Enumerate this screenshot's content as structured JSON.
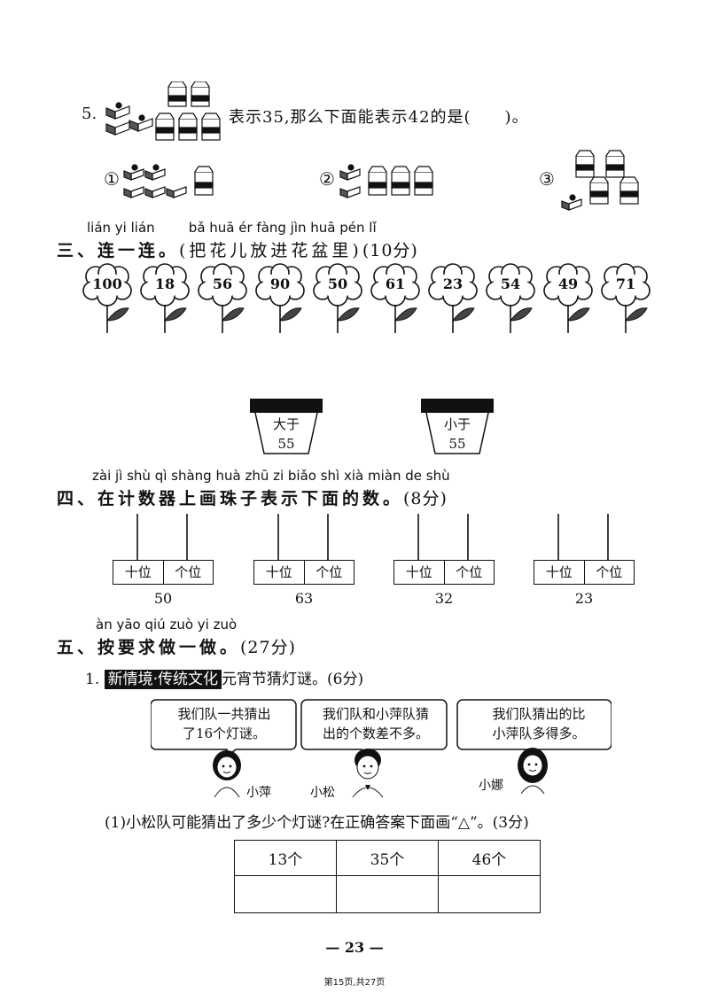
{
  "q5": {
    "number": "5.",
    "text": "表示35,那么下面能表示42的是(　　)。",
    "options": [
      "①",
      "②",
      "③"
    ]
  },
  "section3": {
    "pinyin": "lián yi lián        bǎ huā ér fàng jìn huā pén lǐ",
    "title": "三、连一连。",
    "sub": "(把花儿放进花盆里)",
    "score": "(10分)",
    "flowers": [
      "100",
      "18",
      "56",
      "90",
      "50",
      "61",
      "23",
      "54",
      "49",
      "71"
    ],
    "pots": [
      {
        "line1": "大于",
        "line2": "55"
      },
      {
        "line1": "小于",
        "line2": "55"
      }
    ]
  },
  "section4": {
    "pinyin": "zài jì shù qì shàng huà zhū zi biǎo shì xià miàn de shù",
    "title": "四、在计数器上画珠子表示下面的数。",
    "score": "(8分)",
    "abacus": [
      {
        "tens": "十位",
        "ones": "个位",
        "number": "50"
      },
      {
        "tens": "十位",
        "ones": "个位",
        "number": "63"
      },
      {
        "tens": "十位",
        "ones": "个位",
        "number": "32"
      },
      {
        "tens": "十位",
        "ones": "个位",
        "number": "23"
      }
    ]
  },
  "section5": {
    "pinyin": "àn yāo qiú zuò yi zuò",
    "title": "五、按要求做一做。",
    "score": "(27分)",
    "q1": {
      "number": "1.",
      "tag": "新情境·传统文化",
      "text": "元宵节猜灯谜。(6分)",
      "bubbles": [
        {
          "line1": "我们队一共猜出",
          "line2": "了16个灯谜。"
        },
        {
          "line1": "我们队和小萍队猜",
          "line2": "出的个数差不多。"
        },
        {
          "line1": "我们队猜出的比",
          "line2": "小萍队多得多。"
        }
      ],
      "names": [
        "小萍",
        "小松",
        "小娜"
      ],
      "sub1": "(1)小松队可能猜出了多少个灯谜?在正确答案下面画“△”。(3分)",
      "choices": [
        "13个",
        "35个",
        "46个"
      ]
    }
  },
  "footer": {
    "page": "— 23 —",
    "note": "第15页,共27页"
  }
}
